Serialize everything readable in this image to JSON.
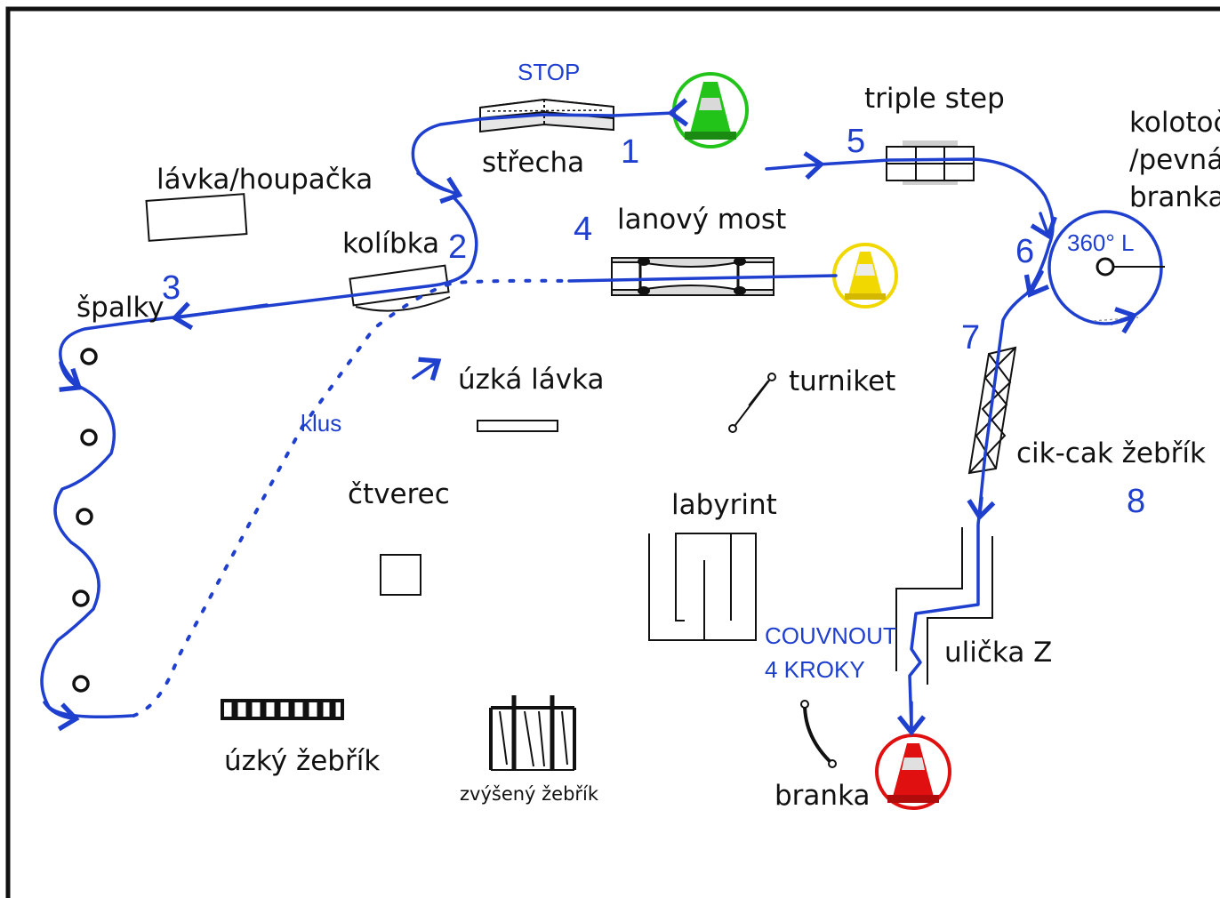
{
  "labels": {
    "stop": "STOP",
    "strecha": "střecha",
    "triple_step": "triple step",
    "kolotoc_1": "kolotoč",
    "kolotoc_2": "/pevná",
    "kolotoc_3": "branka",
    "lavka_houpacka": "lávka/houpačka",
    "kolibka": "kolíbka",
    "lanovy_most": "lanový most",
    "spalky": "špalky",
    "uzka_lavka": "úzká lávka",
    "turniket": "turniket",
    "cik_cak": "cik-cak žebřík",
    "ctverec": "čtverec",
    "labyrint": "labyrint",
    "ulicka_z": "ulička Z",
    "uzky_zebrik": "úzký žebřík",
    "zvyseny_zebrik": "zvýšený žebřík",
    "branka": "branka"
  },
  "step_numbers": [
    "1",
    "2",
    "3",
    "4",
    "5",
    "6",
    "7",
    "8"
  ],
  "notes": {
    "klus": "klus",
    "rotation": "360° L",
    "couvnout_1": "COUVNOUT",
    "couvnout_2": "4 KROKY"
  },
  "cones": [
    {
      "role": "start",
      "color": "#22c41a"
    },
    {
      "role": "checkpoint",
      "color": "#f0d800"
    },
    {
      "role": "finish",
      "color": "#e01010"
    }
  ],
  "colors": {
    "route": "#1f3fcf",
    "obstacle": "#111111"
  }
}
